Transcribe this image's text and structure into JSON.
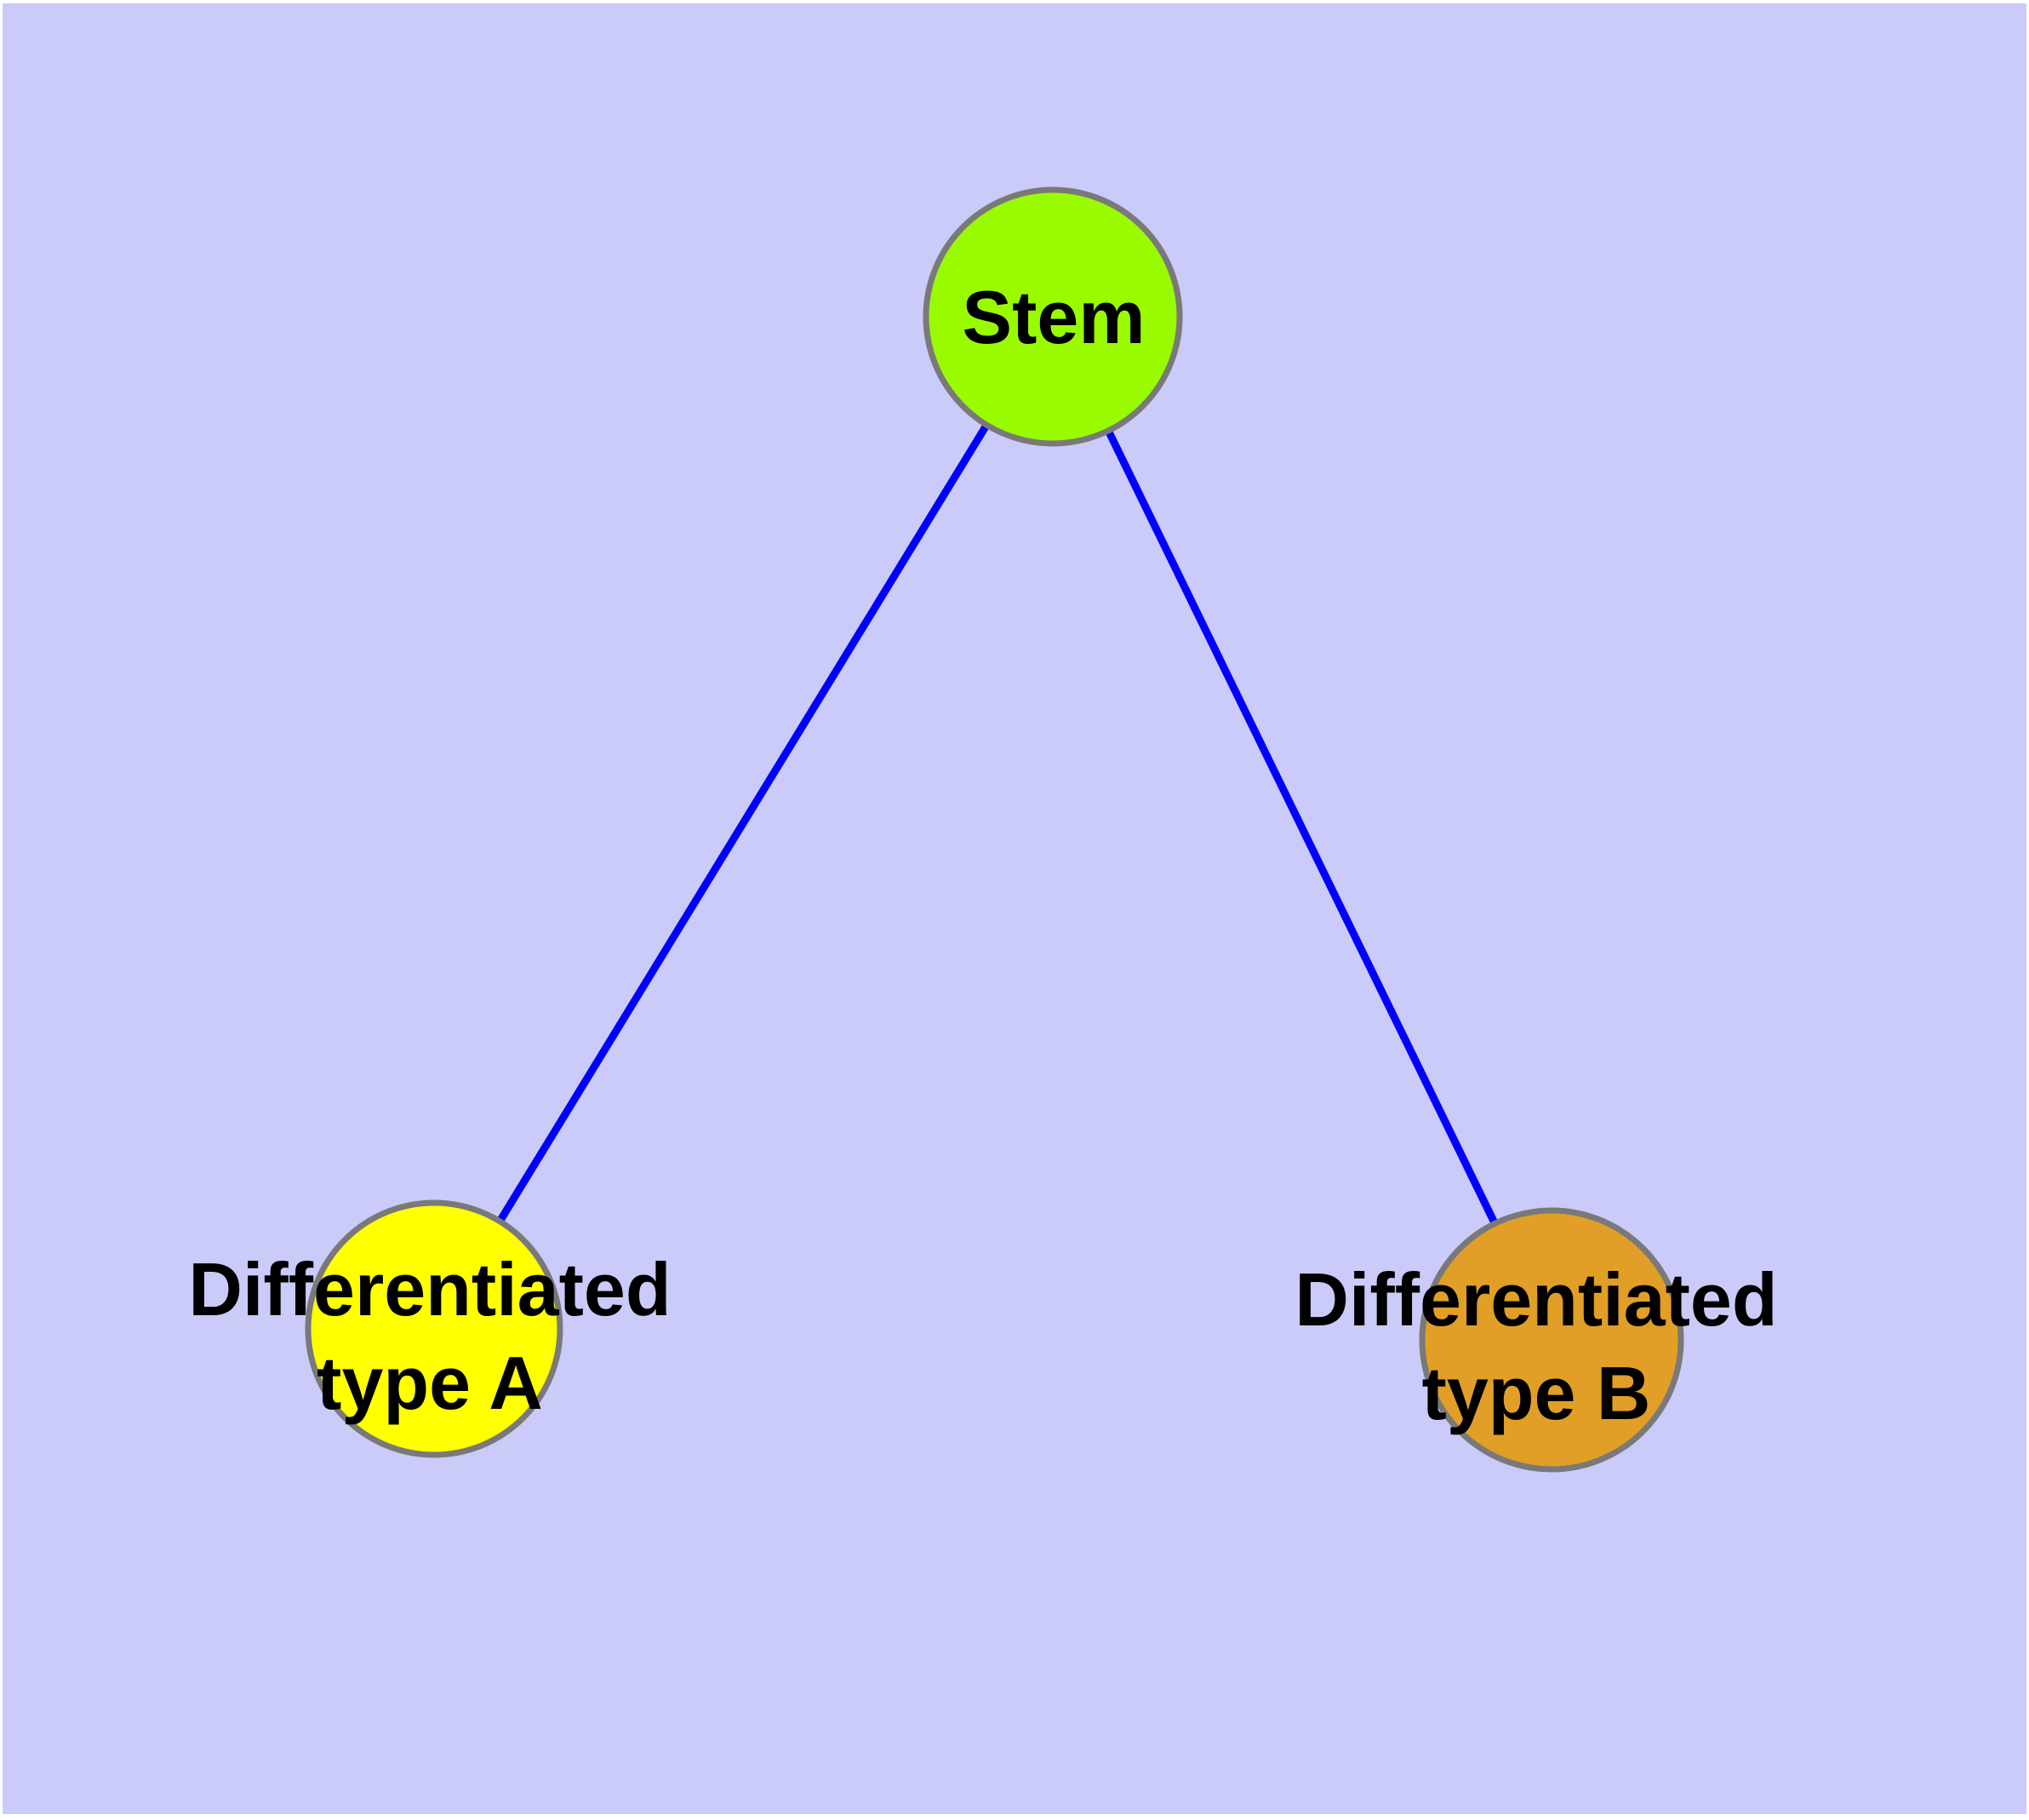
{
  "diagram": {
    "title": "",
    "canvas": {
      "background_color": "#CBCBFA",
      "frame_color": "#FFFFFF"
    },
    "style": {
      "edge_color": "#0000FF",
      "node_stroke_color": "#797979",
      "label_color": "#000000"
    },
    "nodes": [
      {
        "id": "stem",
        "label": "Stem",
        "color": "#9AFB00"
      },
      {
        "id": "differentiated-type-a",
        "label_line1": "Differentiated",
        "label_line2": "type A",
        "color": "#FFFF00"
      },
      {
        "id": "differentiated-type-b",
        "label_line1": "Differentiated",
        "label_line2": "type B",
        "color": "#E19F27"
      }
    ],
    "edges": [
      {
        "from": "Stem",
        "to": "Differentiated type A"
      },
      {
        "from": "Stem",
        "to": "Differentiated type B"
      }
    ]
  }
}
